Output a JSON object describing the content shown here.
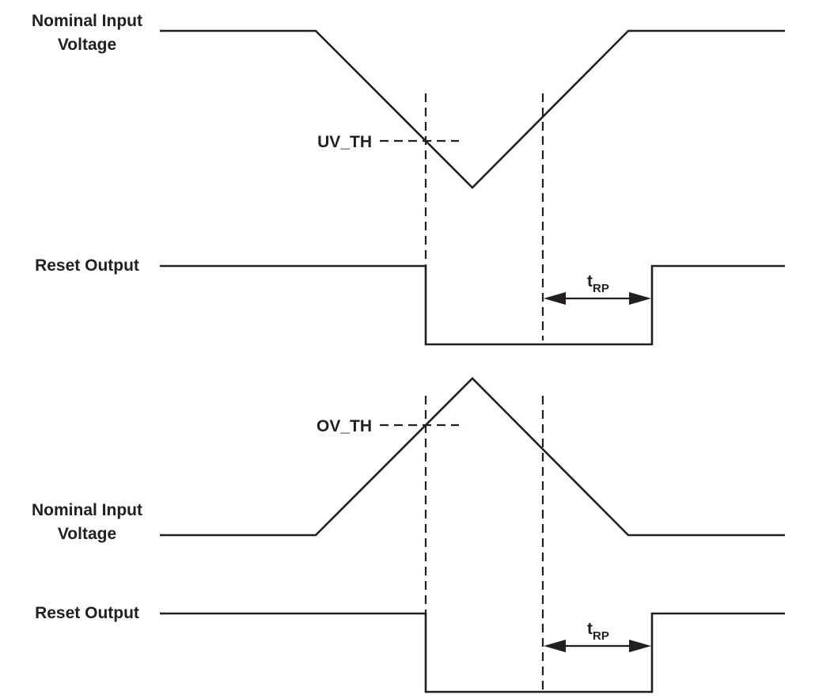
{
  "panels": [
    {
      "voltage_label_line1": "Nominal Input",
      "voltage_label_line2": "Voltage",
      "threshold_label": "UV_TH",
      "reset_label": "Reset Output",
      "delay_label_main": "t",
      "delay_label_sub": "RP"
    },
    {
      "voltage_label_line1": "Nominal Input",
      "voltage_label_line2": "Voltage",
      "threshold_label": "OV_TH",
      "reset_label": "Reset Output",
      "delay_label_main": "t",
      "delay_label_sub": "RP"
    }
  ]
}
